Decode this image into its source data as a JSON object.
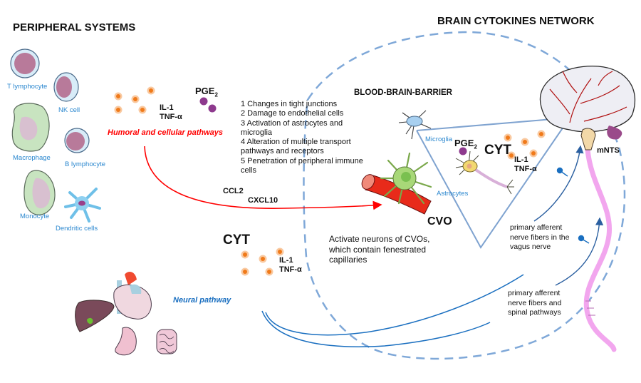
{
  "titles": {
    "peripheral": "PERIPHERAL SYSTEMS",
    "brain_network": "BRAIN CYTOKINES NETWORK",
    "bbb": "BLOOD-BRAIN-BARRIER"
  },
  "immune_cells": [
    {
      "id": "t-lymphocyte",
      "label": "T lymphocyte"
    },
    {
      "id": "nk-cell",
      "label": "NK cell"
    },
    {
      "id": "macrophage",
      "label": "Macrophage"
    },
    {
      "id": "b-lymphocyte",
      "label": "B lymphocyte"
    },
    {
      "id": "monocyte",
      "label": "Monocyte"
    },
    {
      "id": "dendritic-cells",
      "label": "Dendritic cells"
    }
  ],
  "humoral": {
    "cytokines": "IL-1\nTNF-α",
    "pge_base": "PGE",
    "pge_sub": "2",
    "pathway_label": "Humoral and cellular pathways",
    "chemokines": [
      "CCL2",
      "CXCL10"
    ]
  },
  "bbb_effects": [
    "1 Changes in tight junctions",
    "2 Damage to endothelial cells",
    "3 Activation of astrocytes and microglia",
    "4 Alteration of multiple transport pathways and receptors",
    "5 Penetration of peripheral immune cells"
  ],
  "brain": {
    "microglia": "Microglia",
    "astrocytes": "Astrocytes",
    "pge_base": "PGE",
    "pge_sub": "2",
    "cyt": "CYT",
    "cytokines": "IL-1\nTNF-α",
    "cvo": "CVO",
    "cvo_desc": "Activate neurons of CVOs, which contain fenestrated capillaries",
    "mnts": "mNTS"
  },
  "neural": {
    "cyt": "CYT",
    "cytokines": "IL-1\nTNF-α",
    "pathway_label": "Neural pathway",
    "vagus_label": "primary afferent nerve fibers in the vagus nerve",
    "spinal_label": "primary afferent nerve fibers and spinal pathways"
  },
  "colors": {
    "cytokine_dot": "#f07a1a",
    "cytokine_halo": "#f9c9a0",
    "pge_dot": "#8e3a8e",
    "humoral_arrow": "#ff0000",
    "neural_line": "#1a6fc0",
    "dashed_circle": "#7fa8d8",
    "triangle": "#7fa3d0",
    "spinal_cord": "#f2a6ee"
  }
}
